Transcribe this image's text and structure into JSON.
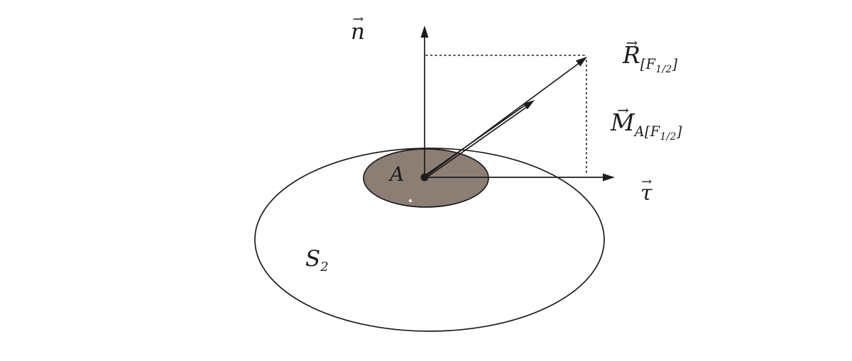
{
  "diagram": {
    "colors": {
      "stroke": "#1c1c1c",
      "region_fill": "#8d7e74",
      "background": "#ffffff"
    },
    "icons": {
      "vector_arrow": "→"
    },
    "labels": {
      "n": {
        "base": "n"
      },
      "tau": {
        "base": "τ"
      },
      "r": {
        "base": "R",
        "sub_pre": "[F",
        "frac": "1/2",
        "sub_post": "]"
      },
      "m": {
        "base": "M",
        "sub_pre": "A[F",
        "frac": "1/2",
        "sub_post": "]"
      },
      "a": {
        "text": "A"
      },
      "s2": {
        "base": "S",
        "sub": "2"
      }
    }
  }
}
